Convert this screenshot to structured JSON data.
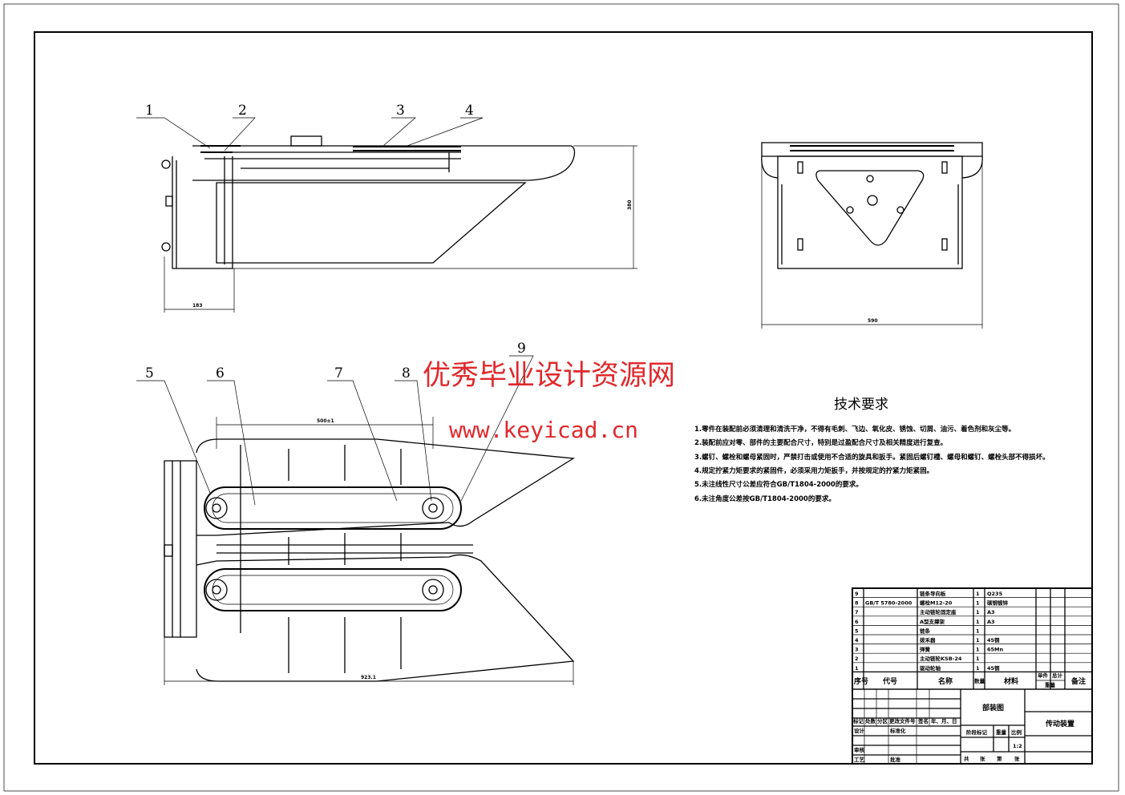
{
  "balloons": [
    "1",
    "2",
    "3",
    "4",
    "5",
    "6",
    "7",
    "8",
    "9"
  ],
  "dimensions": {
    "side_width": "183",
    "side_height": "380",
    "end_width": "590",
    "chain_length": "500±1",
    "total_length": "923.1"
  },
  "watermark": {
    "title": "优秀毕业设计资源网",
    "url": "www.keyicad.cn"
  },
  "tech_requirements": {
    "title": "技术要求",
    "items": [
      "1.零件在装配前必须清理和清洗干净，不得有毛刺、飞边、氧化皮、锈蚀、切屑、油污、着色剂和灰尘等。",
      "2.装配前应对零、部件的主要配合尺寸，特别是过盈配合尺寸及相关精度进行复查。",
      "3.螺钉、螺栓和螺母紧固时，严禁打击或使用不合适的旋具和扳手。紧固后螺钉槽、螺母和螺钉、螺栓头部不得损坏。",
      "4.规定拧紧力矩要求的紧固件，必须采用力矩扳手，并按规定的拧紧力矩紧固。",
      "5.未注线性尺寸公差应符合GB/T1804-2000的要求。",
      "6.未注角度公差按GB/T1804-2000的要求。"
    ]
  },
  "bom": {
    "rows": [
      {
        "no": "9",
        "code": "",
        "name": "链条导向板",
        "qty": "1",
        "material": "Q235"
      },
      {
        "no": "8",
        "code": "GB/T 5780-2000",
        "name": "螺栓M12-20",
        "qty": "1",
        "material": "碳钢镀锌"
      },
      {
        "no": "7",
        "code": "",
        "name": "主动链轮固定座",
        "qty": "1",
        "material": "A3"
      },
      {
        "no": "6",
        "code": "",
        "name": "A型支撑架",
        "qty": "1",
        "material": "A3"
      },
      {
        "no": "5",
        "code": "",
        "name": "链条",
        "qty": "1",
        "material": ""
      },
      {
        "no": "4",
        "code": "",
        "name": "拨禾器",
        "qty": "1",
        "material": "45钢"
      },
      {
        "no": "3",
        "code": "",
        "name": "弹簧",
        "qty": "1",
        "material": "65Mn"
      },
      {
        "no": "2",
        "code": "",
        "name": "主动链轮KSB-24",
        "qty": "1",
        "material": ""
      },
      {
        "no": "1",
        "code": "",
        "name": "驱动轮轴",
        "qty": "1",
        "material": "45钢"
      }
    ],
    "headers": {
      "no": "序号",
      "code": "代号",
      "name": "名称",
      "qty": "数量",
      "material": "材料",
      "unit": "单件",
      "total": "总计",
      "weight": "重量",
      "remark": "备注"
    }
  },
  "title_block": {
    "rev_headers": [
      "标记",
      "处数",
      "分区",
      "更改文件号",
      "签名",
      "年、月、日"
    ],
    "design": "设计",
    "standard": "标准化",
    "check": "审核",
    "process": "工艺",
    "approve": "批准",
    "stage": "阶段标记",
    "weight": "重量",
    "scale_label": "比例",
    "scale": "1:2",
    "sheets": [
      "共",
      "张",
      "第",
      "张"
    ],
    "drawing_type": "部装图",
    "drawing_name": "传动装置"
  }
}
